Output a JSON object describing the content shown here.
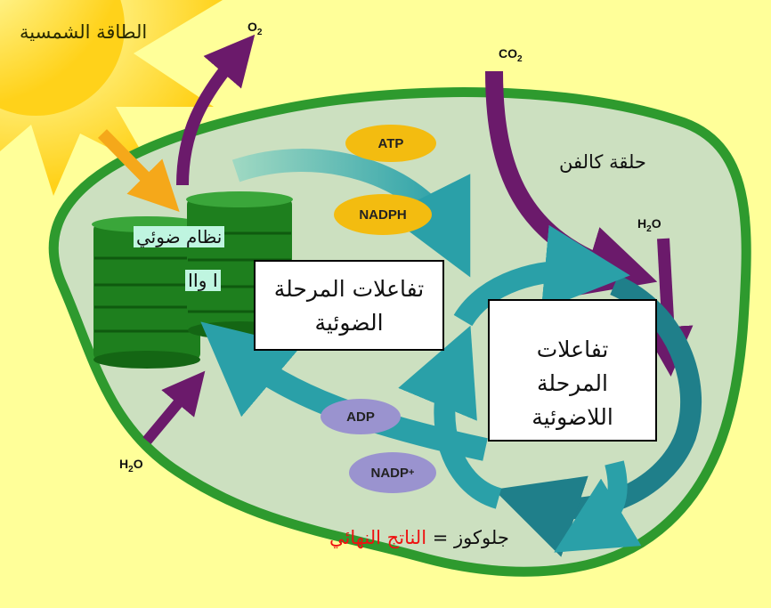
{
  "sun": {
    "label": "الطاقة الشمسية"
  },
  "gases": {
    "o2_main": "O",
    "o2_sub": "2",
    "co2_main": "CO",
    "co2_sub": "2",
    "h2o_top_a": "H",
    "h2o_top_sub": "2",
    "h2o_top_b": "O",
    "h2o_bottom_a": "H",
    "h2o_bottom_sub": "2",
    "h2o_bottom_b": "O"
  },
  "labels": {
    "calvin_cycle": "حلقة كالفن",
    "photosystem_line1": "نظام ضوئي",
    "photosystem_line2": "I وII",
    "light_reactions": "تفاعلات المرحلة الضوئية",
    "dark_reactions": "تفاعلات المرحلة اللاضوئية",
    "glucose": "جلوكوز",
    "equals": "=",
    "final_product": "الناتج النهائي"
  },
  "molecules": {
    "atp": "ATP",
    "nadph": "NADPH",
    "adp": "ADP",
    "nadp_main": "NADP",
    "nadp_sup": "+"
  },
  "colors": {
    "background": "#ffff99",
    "stroma": "#cce0c0",
    "membrane": "#2e9a2e",
    "thylakoid": "#1e7f1e",
    "sun": "#ffd21a",
    "purple_arrow": "#6b1a6b",
    "teal_arrow": "#2aa0a8",
    "atp_pill": "#f3bc10",
    "adp_pill": "#9a93cf",
    "final_product_text": "#ee1111"
  }
}
